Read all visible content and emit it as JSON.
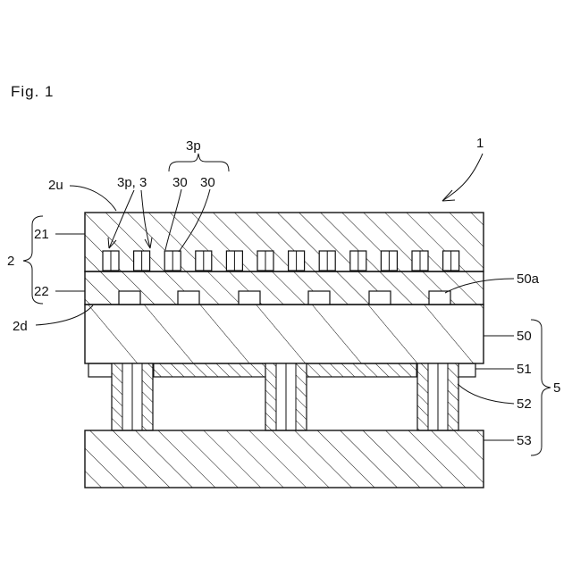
{
  "figure_title": "Fig. 1",
  "labels": {
    "ref_1": "1",
    "ref_2": "2",
    "ref_2u": "2u",
    "ref_2d": "2d",
    "ref_21": "21",
    "ref_22": "22",
    "ref_3p_group": "3p",
    "ref_3p_3": "3p, 3",
    "ref_30a": "30",
    "ref_30b": "30",
    "ref_50a": "50a",
    "ref_50": "50",
    "ref_51": "51",
    "ref_52": "52",
    "ref_53": "53",
    "ref_5": "5"
  },
  "colors": {
    "line": "#111111",
    "background": "#ffffff"
  }
}
